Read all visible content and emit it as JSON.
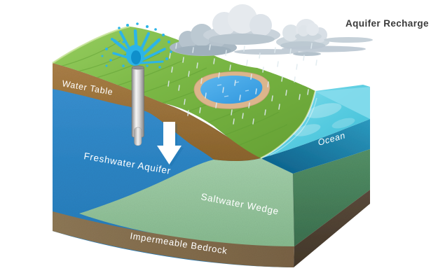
{
  "title": "Aquifer Recharge",
  "labels": {
    "water_table": "Water Table",
    "freshwater_aquifer": "Freshwater Aquifer",
    "saltwater_wedge": "Saltwater Wedge",
    "impermeable_bedrock": "Impermeable Bedrock",
    "ocean": "Ocean"
  },
  "features": [
    "storm-clouds",
    "rainfall",
    "recharge-pond",
    "well-pipe",
    "well-water-splash",
    "downward-recharge-arrow"
  ],
  "colors": {
    "grass": "#76b43f",
    "soil": "#a1783f",
    "freshwater_aquifer": "#2e86c6",
    "saltwater_wedge": "#96c59e",
    "saltwater_wedge_shaded": "#4c8a5e",
    "bedrock": "#86704f",
    "bedrock_shaded": "#544334",
    "ocean_surface": "#63cfe3",
    "ocean_side_face": "#1f7da6",
    "pond_water": "#42a3e6",
    "pond_sand": "#dcb58c",
    "cloud": "#c3cdd6",
    "splash_water": "#2cb4e8",
    "title_text": "#3a3a3a",
    "label_text": "#ffffff"
  }
}
